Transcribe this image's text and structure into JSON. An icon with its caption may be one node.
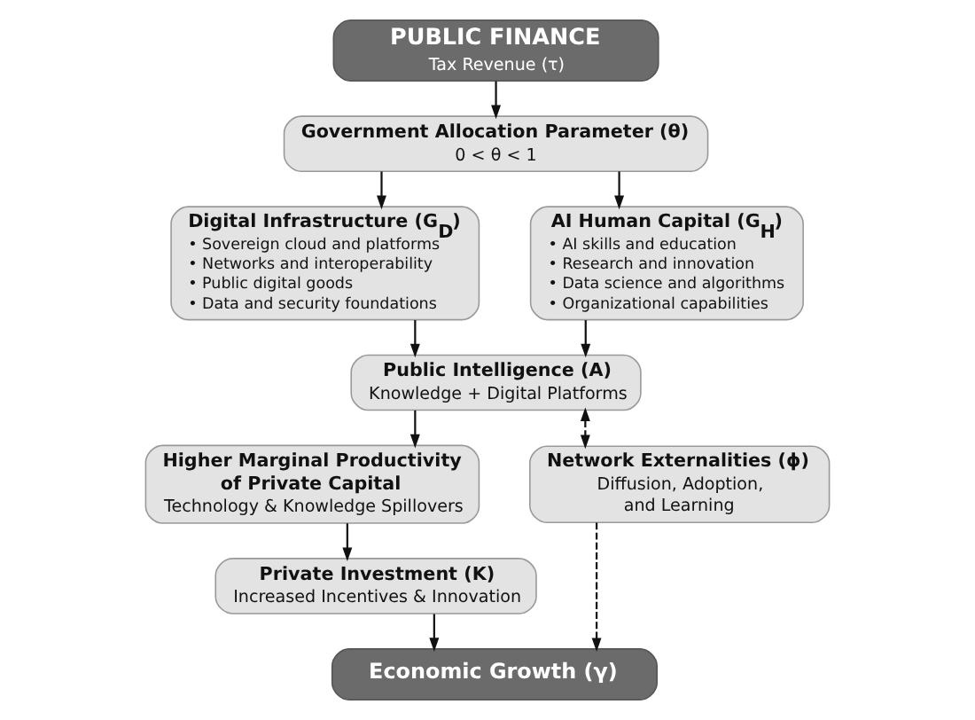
{
  "diagram": {
    "nodes": [
      {
        "text": [
          "PUBLIC FINANCE",
          "Tax Revenue (τ)"
        ]
      },
      {
        "text": [
          "Government Allocation Parameter (θ)",
          "0 < θ < 1"
        ]
      },
      {
        "text": [
          "Digital Infrastructure (G$_{D}$)",
          "• Sovereign cloud and platforms",
          "• Networks and interoperability",
          "• Public digital goods",
          "• Data and security foundations"
        ]
      },
      {
        "text": [
          "AI Human Capital (G$_{H}$)",
          "• AI skills and education",
          "• Research and innovation",
          "• Data science and algorithms",
          "• Organizational capabilities"
        ]
      },
      {
        "text": [
          "Public Intelligence (A)",
          "Knowledge + Digital Platforms"
        ]
      },
      {
        "text": [
          "Higher Marginal Productivity of Private Capital",
          "Technology & Knowledge Spillovers"
        ]
      },
      {
        "text": [
          "Private Investment (K)",
          "Increased Incentives & Innovation"
        ]
      },
      {
        "text": [
          "Economic Growth (γ)"
        ]
      },
      {
        "text": [
          "Network Externalities (ϕ)",
          "Diffusion, Adoption, and Learning"
        ]
      }
    ],
    "edges": [
      {
        "from": 0,
        "to": 1,
        "arrow": "to"
      },
      {
        "from": 1,
        "to": 2,
        "arrow": "to"
      },
      {
        "from": 1,
        "to": 3,
        "arrow": "to"
      },
      {
        "from": 2,
        "to": 4,
        "arrow": "to"
      },
      {
        "from": 3,
        "to": 4,
        "arrow": "to"
      },
      {
        "from": 4,
        "to": 5,
        "arrow": "to"
      },
      {
        "from": 5,
        "to": 6,
        "arrow": "to"
      },
      {
        "from": 6,
        "to": 7,
        "arrow": "to"
      },
      {
        "from": 4,
        "to": 8,
        "arrow": "both",
        "style": "dashed"
      },
      {
        "from": 8,
        "to": 7,
        "arrow": "to",
        "style": "dashed"
      }
    ]
  }
}
